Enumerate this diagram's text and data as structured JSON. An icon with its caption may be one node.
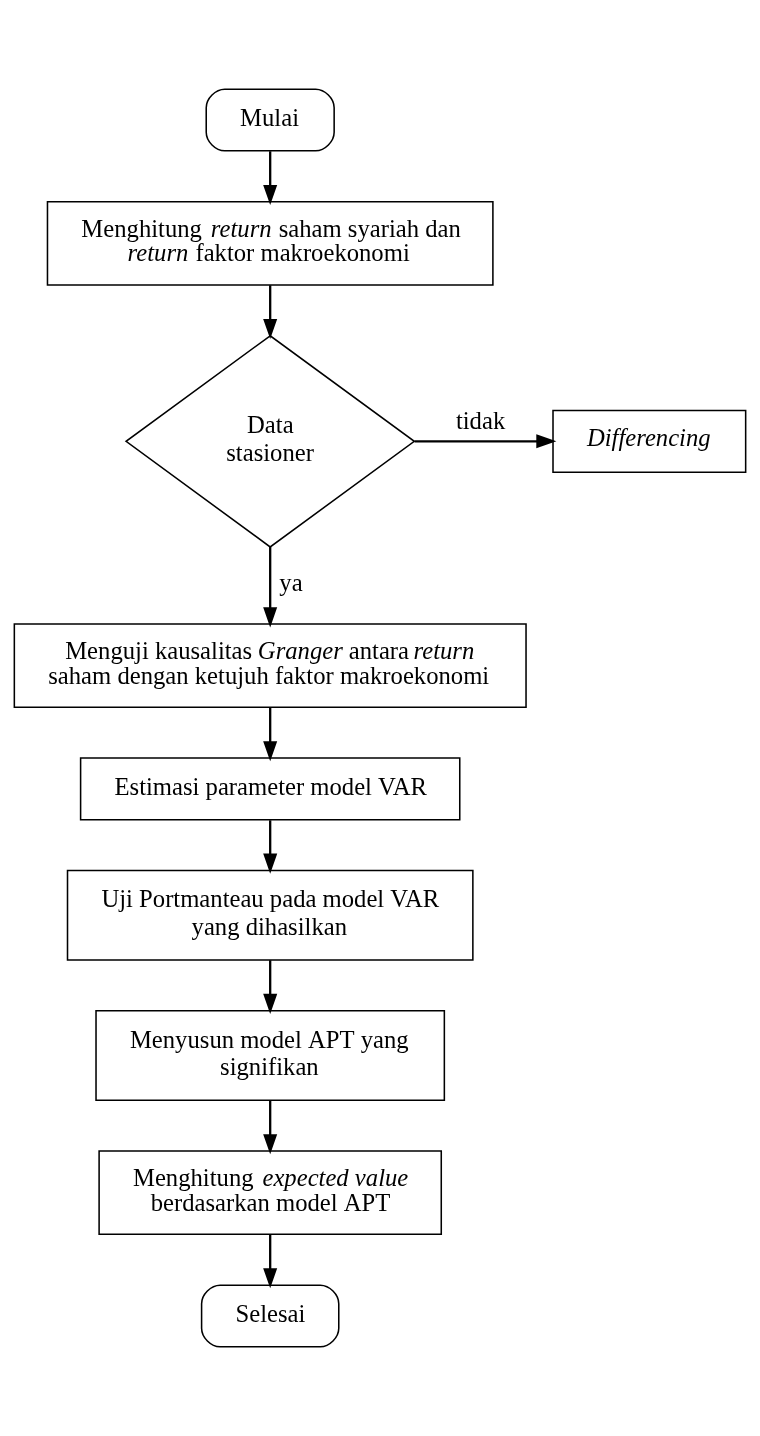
{
  "diagram": {
    "nodes": [
      {
        "text": [
          "Mulai"
        ]
      },
      {
        "text": [
          "Menghitung *return* saham syariah dan *return* faktor makroekonomi"
        ]
      },
      {
        "text": [
          "Data stasioner"
        ]
      },
      {
        "text": [
          "Differencing"
        ]
      },
      {
        "text": [
          "Menguji kausalitas *Granger* antara *return* saham dengan ketujuh faktor makroekonomi"
        ]
      },
      {
        "text": [
          "Estimasi parameter model VAR"
        ]
      },
      {
        "text": [
          "Uji Portmanteau pada model VAR yang dihasilkan"
        ]
      },
      {
        "text": [
          "Menyusun model APT yang signifikan"
        ]
      },
      {
        "text": [
          "Menghitung *expected value* berdasarkan model APT"
        ]
      },
      {
        "text": [
          "Selesai"
        ]
      }
    ],
    "edges": [
      {
        "from": 0,
        "to": 1,
        "arrow": "to"
      },
      {
        "from": 1,
        "to": 2,
        "arrow": "to"
      },
      {
        "from": 2,
        "to": 3,
        "arrow": "to",
        "label": "tidak"
      },
      {
        "from": 2,
        "to": 4,
        "arrow": "to",
        "label": "ya"
      },
      {
        "from": 4,
        "to": 5,
        "arrow": "to"
      },
      {
        "from": 5,
        "to": 6,
        "arrow": "to"
      },
      {
        "from": 6,
        "to": 7,
        "arrow": "to"
      },
      {
        "from": 7,
        "to": 8,
        "arrow": "to"
      },
      {
        "from": 8,
        "to": 9,
        "arrow": "to"
      }
    ]
  }
}
